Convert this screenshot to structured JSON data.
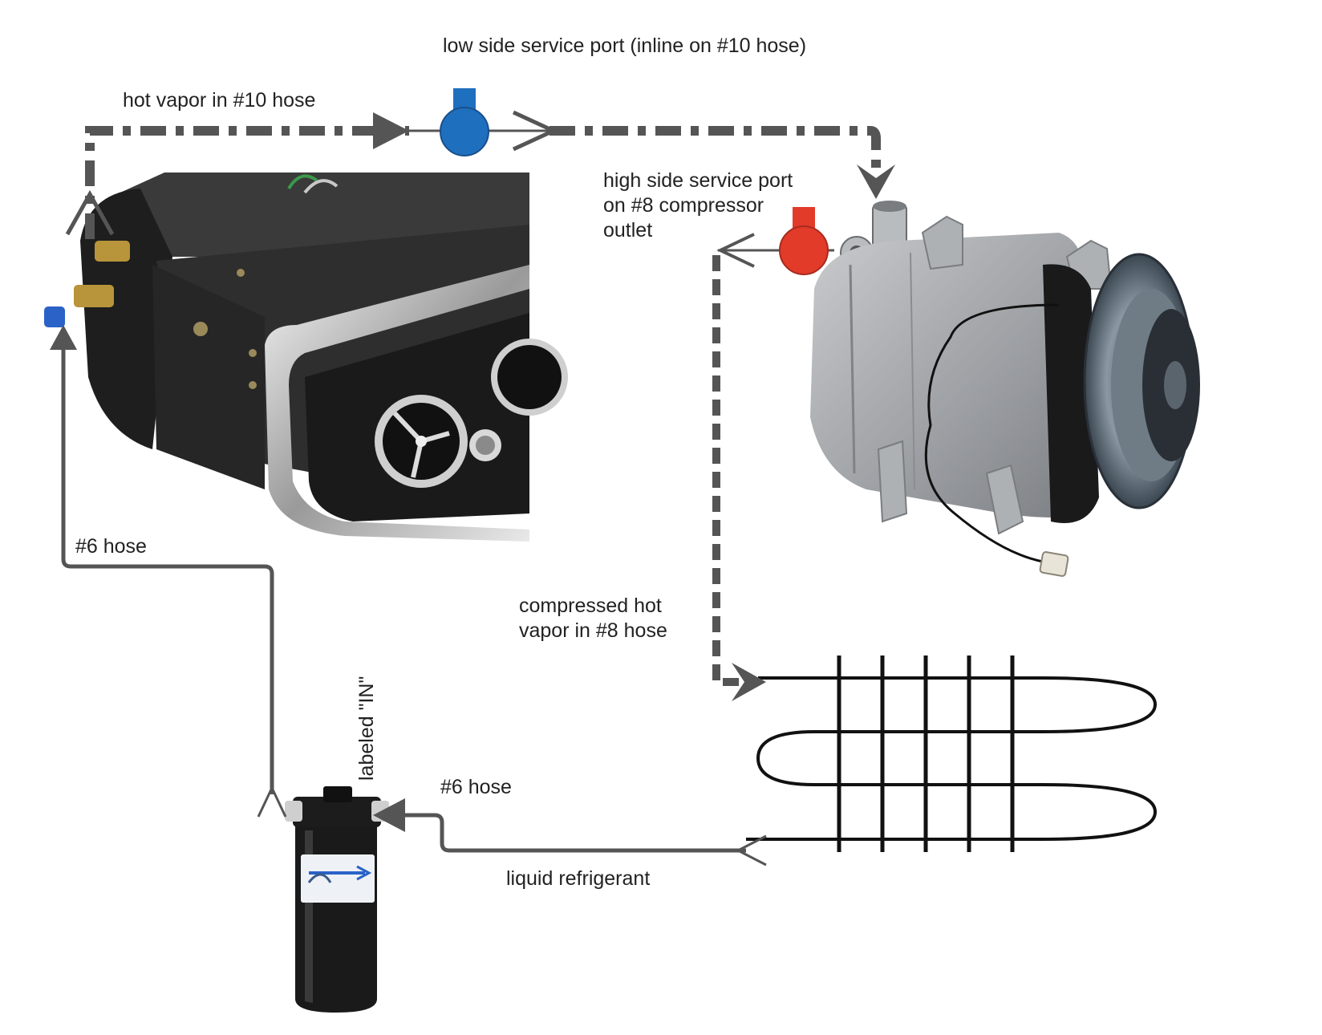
{
  "labels": {
    "low_side_port": "low side service port (inline on #10 hose)",
    "hot_vapor": "hot vapor in #10 hose",
    "high_side_port": "high side service port\non #8 compressor\noutlet",
    "compressed_vapor": "compressed hot\nvapor in #8 hose",
    "hose6_left": "#6 hose",
    "hose6_right": "#6 hose",
    "labeled_in": "labeled \"IN\"",
    "liquid_refrigerant": "liquid refrigerant"
  },
  "colors": {
    "line": "#555555",
    "low_side_port": "#1f6fbf",
    "high_side_port": "#e23b2a",
    "condenser": "#111111",
    "unit_body": "#2b2b2b",
    "compressor_body": "#a7aaad"
  }
}
